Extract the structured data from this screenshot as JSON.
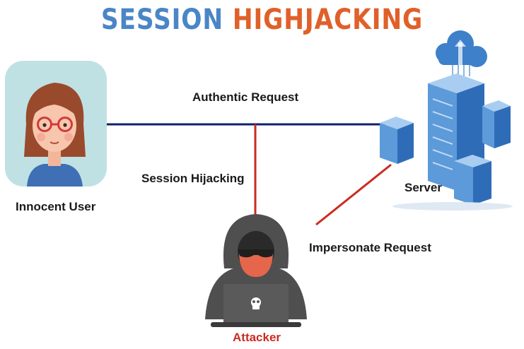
{
  "title": {
    "part1": "SESSION",
    "part2": "HIGHJACKING"
  },
  "labels": {
    "authentic_request": "Authentic Request",
    "session_hijacking": "Session Hijacking",
    "server": "Server",
    "impersonate_request": "Impersonate Request",
    "innocent_user": "Innocent User",
    "attacker": "Attacker"
  },
  "colors": {
    "title_blue": "#4a86c5",
    "title_orange": "#e0602a",
    "authentic_line": "#0f1f6e",
    "attack_line": "#cc2b1f",
    "attacker_label": "#cc2b1f"
  },
  "icons": [
    "user-avatar-icon",
    "cloud-server-icon",
    "hooded-attacker-icon",
    "skull-icon"
  ]
}
